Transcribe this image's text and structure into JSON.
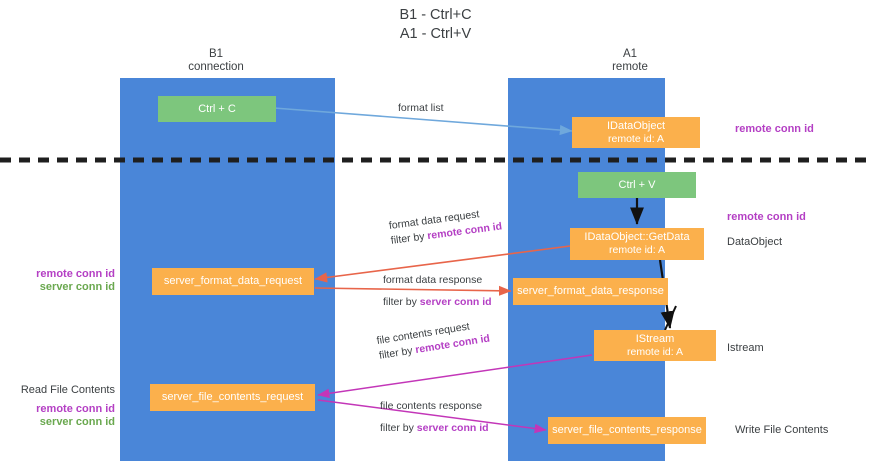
{
  "title": {
    "line1": "B1 - Ctrl+C",
    "line2": "A1 - Ctrl+V"
  },
  "lanes": [
    {
      "id": "b1",
      "header_line1": "B1",
      "header_line2": "connection",
      "color": "#4a86d8"
    },
    {
      "id": "a1",
      "header_line1": "A1",
      "header_line2": "remote",
      "color": "#4a86d8"
    }
  ],
  "colors": {
    "lane": "#4a86d8",
    "green_box": "#7dc67d",
    "orange_box": "#fbb04c",
    "purple_text": "#b43fc4",
    "green_text": "#6aa84f",
    "text": "#3c4043",
    "arrow_blue": "#6fa8dc",
    "arrow_red": "#e8654a",
    "arrow_magenta": "#c336b8",
    "arrow_black": "#000000",
    "divider": "#1f1f1f"
  },
  "boxes": {
    "ctrl_c": {
      "line1": "Ctrl + C",
      "line2": ""
    },
    "idataobject": {
      "line1": "IDataObject",
      "line2": "remote id: A"
    },
    "ctrl_v": {
      "line1": "Ctrl + V",
      "line2": ""
    },
    "getdata": {
      "line1": "IDataObject::GetData",
      "line2": "remote id: A"
    },
    "server_format_data_request": {
      "line1": "server_format_data_request",
      "line2": ""
    },
    "server_format_data_response": {
      "line1": "server_format_data_response",
      "line2": ""
    },
    "istream": {
      "line1": "IStream",
      "line2": "remote id: A"
    },
    "server_file_contents_request": {
      "line1": "server_file_contents_request",
      "line2": ""
    },
    "server_file_contents_response": {
      "line1": "server_file_contents_response",
      "line2": ""
    }
  },
  "edge_labels": {
    "format_list": "format list",
    "format_data_request": "format data request",
    "format_data_request_filter_prefix": "filter by ",
    "format_data_request_filter_key": "remote conn id",
    "format_data_response": "format data response",
    "format_data_response_filter_prefix": "filter by ",
    "format_data_response_filter_key": "server conn id",
    "file_contents_request": "file contents request",
    "file_contents_request_filter_prefix": "filter by ",
    "file_contents_request_filter_key": "remote conn id",
    "file_contents_response": "file contents response",
    "file_contents_response_filter_prefix": "filter by ",
    "file_contents_response_filter_key": "server conn id"
  },
  "side_labels": {
    "right_remote_conn_id_top": "remote conn id",
    "right_remote_conn_id_mid": "remote conn id",
    "right_dataobject": "DataObject",
    "right_istream": "Istream",
    "right_write_file_contents": "Write File Contents",
    "left_remote_conn_id_mid": "remote conn id",
    "left_server_conn_id_mid": "server conn id",
    "left_read_file_contents": "Read File Contents",
    "left_remote_conn_id_bottom": "remote conn id",
    "left_server_conn_id_bottom": "server conn id"
  }
}
